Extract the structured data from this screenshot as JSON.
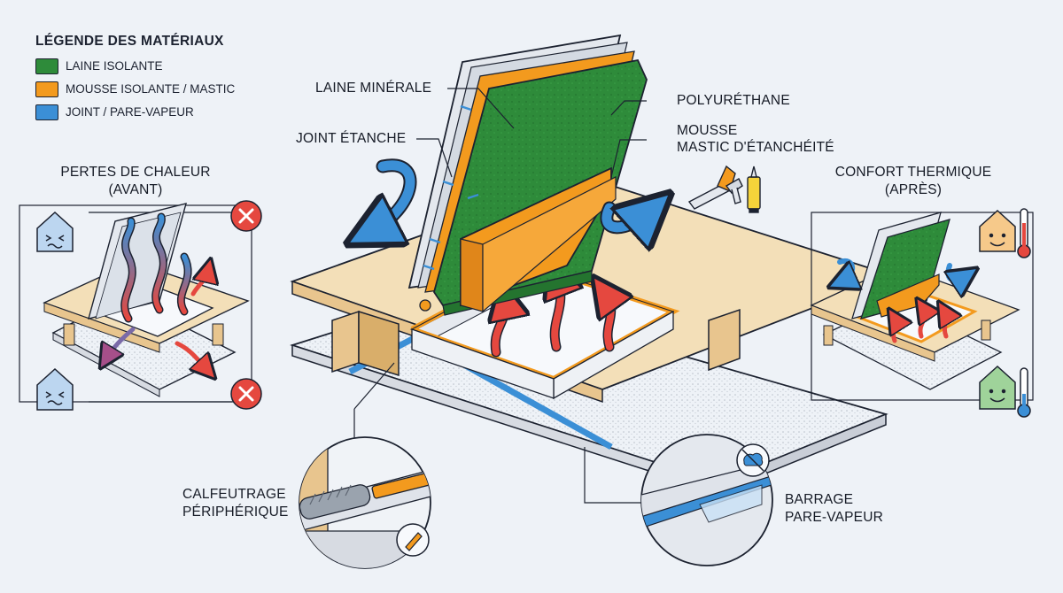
{
  "legend": {
    "title": "LÉGENDE DES MATÉRIAUX",
    "items": [
      {
        "label": "LAINE ISOLANTE",
        "color": "#2e8b3a"
      },
      {
        "label": "MOUSSE ISOLANTE / MASTIC",
        "color": "#f39a1e"
      },
      {
        "label": "JOINT / PARE-VAPEUR",
        "color": "#3b8fd6"
      }
    ]
  },
  "left_panel": {
    "title_line1": "PERTES DE CHALEUR",
    "title_line2": "(AVANT)"
  },
  "right_panel": {
    "title_line1": "CONFORT THERMIQUE",
    "title_line2": "(APRÈS)"
  },
  "callouts": {
    "laine_minerale": "LAINE MINÉRALE",
    "joint_etanche": "JOINT ÉTANCHE",
    "polyurethane": "POLYURÉTHANE",
    "mousse_line1": "MOUSSE",
    "mousse_line2": "MASTIC D'ÉTANCHÉITÉ",
    "calfeutrage_line1": "CALFEUTRAGE",
    "calfeutrage_line2": "PÉRIPHÉRIQUE",
    "barrage_line1": "BARRAGE",
    "barrage_line2": "PARE-VAPEUR"
  },
  "colors": {
    "wool": "#2e8b3a",
    "foam": "#f39a1e",
    "seal": "#3b8fd6",
    "heat": "#e5483f",
    "cold": "#3b8fd6",
    "wood": "#e8c58e",
    "board": "#f3dfb8"
  }
}
